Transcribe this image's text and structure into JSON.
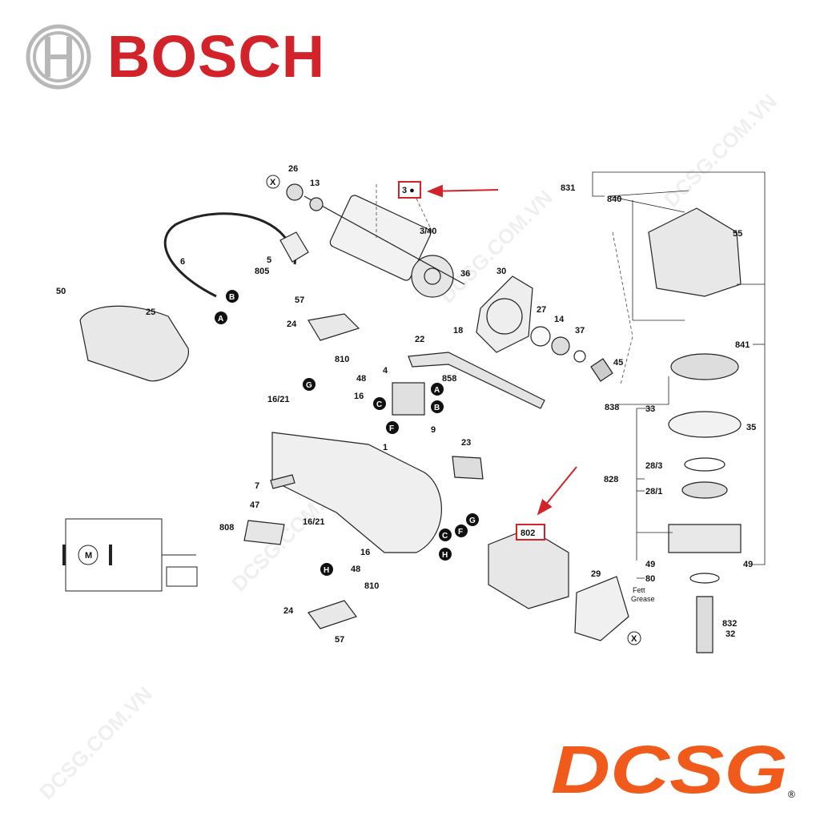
{
  "brand": {
    "name": "BOSCH",
    "color": "#d2232a"
  },
  "watermark": "DCSG.COM.VN",
  "footer_logo": {
    "text": "DCSG",
    "registered": "®",
    "colors": [
      "#f05a1a",
      "#000000"
    ]
  },
  "highlight_color": "#d2232a",
  "callouts": [
    {
      "id": "c3",
      "text": "3 ●",
      "highlighted": true
    },
    {
      "id": "c802",
      "text": "802",
      "highlighted": true
    }
  ],
  "parts": [
    {
      "id": "p26",
      "text": "26"
    },
    {
      "id": "p13",
      "text": "13"
    },
    {
      "id": "p340",
      "text": "3/40"
    },
    {
      "id": "p831",
      "text": "831"
    },
    {
      "id": "p840",
      "text": "840"
    },
    {
      "id": "p55",
      "text": "55"
    },
    {
      "id": "p6",
      "text": "6"
    },
    {
      "id": "p5",
      "text": "5"
    },
    {
      "id": "p805",
      "text": "805"
    },
    {
      "id": "p36",
      "text": "36"
    },
    {
      "id": "p30",
      "text": "30"
    },
    {
      "id": "p50",
      "text": "50"
    },
    {
      "id": "p25",
      "text": "25"
    },
    {
      "id": "p57a",
      "text": "57"
    },
    {
      "id": "p24a",
      "text": "24"
    },
    {
      "id": "p22",
      "text": "22"
    },
    {
      "id": "p18",
      "text": "18"
    },
    {
      "id": "p27",
      "text": "27"
    },
    {
      "id": "p14",
      "text": "14"
    },
    {
      "id": "p37",
      "text": "37"
    },
    {
      "id": "p841",
      "text": "841"
    },
    {
      "id": "p810a",
      "text": "810"
    },
    {
      "id": "p48a",
      "text": "48"
    },
    {
      "id": "p4",
      "text": "4"
    },
    {
      "id": "p858",
      "text": "858"
    },
    {
      "id": "p45",
      "text": "45"
    },
    {
      "id": "p1621a",
      "text": "16/21"
    },
    {
      "id": "p16a",
      "text": "16"
    },
    {
      "id": "p838",
      "text": "838"
    },
    {
      "id": "p33",
      "text": "33"
    },
    {
      "id": "p35",
      "text": "35"
    },
    {
      "id": "p9",
      "text": "9"
    },
    {
      "id": "p1",
      "text": "1"
    },
    {
      "id": "p23",
      "text": "23"
    },
    {
      "id": "p283",
      "text": "28/3"
    },
    {
      "id": "p828",
      "text": "828"
    },
    {
      "id": "p281",
      "text": "28/1"
    },
    {
      "id": "p7",
      "text": "7"
    },
    {
      "id": "p47",
      "text": "47"
    },
    {
      "id": "p808",
      "text": "808"
    },
    {
      "id": "p1621b",
      "text": "16/21"
    },
    {
      "id": "p16b",
      "text": "16"
    },
    {
      "id": "p48b",
      "text": "48"
    },
    {
      "id": "p810b",
      "text": "810"
    },
    {
      "id": "p49a",
      "text": "49"
    },
    {
      "id": "p49b",
      "text": "49"
    },
    {
      "id": "p80",
      "text": "80"
    },
    {
      "id": "p29",
      "text": "29"
    },
    {
      "id": "p24b",
      "text": "24"
    },
    {
      "id": "p57b",
      "text": "57"
    },
    {
      "id": "p832",
      "text": "832"
    },
    {
      "id": "p32",
      "text": "32"
    }
  ],
  "grease_note": {
    "line1": "Fett",
    "line2": "Grease"
  },
  "connectors": [
    {
      "id": "cxa",
      "text": "X"
    },
    {
      "id": "cxb",
      "text": "X"
    },
    {
      "id": "ca1",
      "text": "A"
    },
    {
      "id": "cb1",
      "text": "B"
    },
    {
      "id": "ca2",
      "text": "A"
    },
    {
      "id": "cb2",
      "text": "B"
    },
    {
      "id": "cc1",
      "text": "C"
    },
    {
      "id": "cf1",
      "text": "F"
    },
    {
      "id": "cg1",
      "text": "G"
    },
    {
      "id": "cg2",
      "text": "G"
    },
    {
      "id": "cc2",
      "text": "C"
    },
    {
      "id": "cf2",
      "text": "F"
    },
    {
      "id": "ch1",
      "text": "H"
    },
    {
      "id": "ch2",
      "text": "H"
    }
  ],
  "schematic": {
    "motor_label": "M"
  }
}
